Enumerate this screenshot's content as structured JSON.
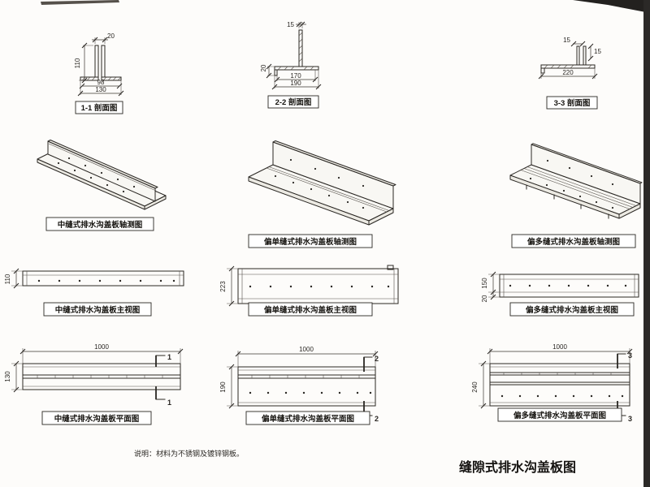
{
  "title": "缝隙式排水沟盖板图",
  "note": "说明：材料为不锈钢及镀锌钢板。",
  "sections": {
    "s11": {
      "label": "1-1 剖面图",
      "dim_top": "20",
      "dim_left": "110",
      "dim_w1": "98",
      "dim_w2": "130"
    },
    "s22": {
      "label": "2-2 剖面图",
      "dim_top": "15",
      "dim_left": "20",
      "dim_w1": "170",
      "dim_w2": "190"
    },
    "s33": {
      "label": "3-3 剖面图",
      "dim_t1": "15",
      "dim_t2": "15",
      "dim_w": "220"
    }
  },
  "axon": {
    "a1": {
      "label": "中缝式排水沟盖板轴测图"
    },
    "a2": {
      "label": "偏单缝式排水沟盖板轴测图"
    },
    "a3": {
      "label": "偏多缝式排水沟盖板轴测图"
    }
  },
  "front": {
    "f1": {
      "label": "中缝式排水沟盖板主视图",
      "dim_h": "110"
    },
    "f2": {
      "label": "偏单缝式排水沟盖板主视图",
      "dim_h": "223"
    },
    "f3": {
      "label": "偏多缝式排水沟盖板主视图",
      "dim_h1": "150",
      "dim_h2": "20"
    }
  },
  "plan": {
    "p1": {
      "label": "中缝式排水沟盖板平面图",
      "dim_w": "1000",
      "dim_h": "130",
      "marker": "1"
    },
    "p2": {
      "label": "偏单缝式排水沟盖板平面图",
      "dim_w": "1000",
      "dim_h": "190",
      "marker": "2"
    },
    "p3": {
      "label": "偏多缝式排水沟盖板平面图",
      "dim_w": "1000",
      "dim_h": "240",
      "marker": "3"
    }
  }
}
